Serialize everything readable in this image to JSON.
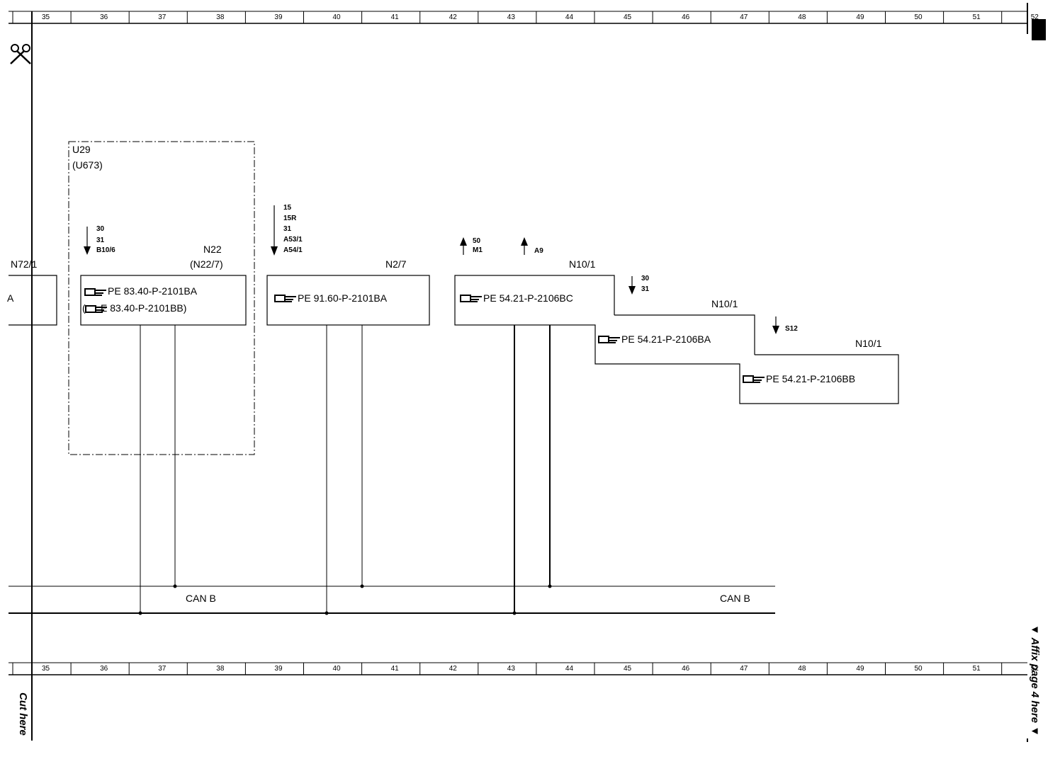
{
  "ruler": {
    "columns": [
      "35",
      "36",
      "37",
      "38",
      "39",
      "40",
      "41",
      "42",
      "43",
      "44",
      "45",
      "46",
      "47",
      "48",
      "49",
      "50",
      "51",
      "52"
    ]
  },
  "margin": {
    "cut_here": "Cut here",
    "affix_here": "▼ Affix page 4 here ▼"
  },
  "group_box": {
    "label_1": "U29",
    "label_2": "(U673)"
  },
  "components": {
    "n72": {
      "name": "N72/1",
      "partial_text": "A"
    },
    "n22": {
      "name": "N22",
      "alt": "(N22/7)",
      "ref_1": "PE 83.40-P-2101BA",
      "ref_2_prefix": "(",
      "ref_2": "E 83.40-P-2101BB)"
    },
    "n2_7": {
      "name": "N2/7",
      "ref": "PE 91.60-P-2101BA"
    },
    "n10_1_c": {
      "name": "N10/1",
      "ref": "PE 54.21-P-2106BC"
    },
    "n10_1_a": {
      "name": "N10/1",
      "ref": "PE 54.21-P-2106BA"
    },
    "n10_1_b": {
      "name": "N10/1",
      "ref": "PE 54.21-P-2106BB"
    }
  },
  "signals": {
    "sig_n22": [
      "30",
      "31",
      "B10/6"
    ],
    "sig_n2_7": [
      "15",
      "15R",
      "31",
      "A53/1",
      "A54/1"
    ],
    "sig_50": [
      "50",
      "M1"
    ],
    "sig_a9": [
      "A9"
    ],
    "sig_n10_a": [
      "30",
      "31"
    ],
    "sig_s12": [
      "S12"
    ]
  },
  "bus": {
    "can_b_left": "CAN B",
    "can_b_right": "CAN B"
  }
}
